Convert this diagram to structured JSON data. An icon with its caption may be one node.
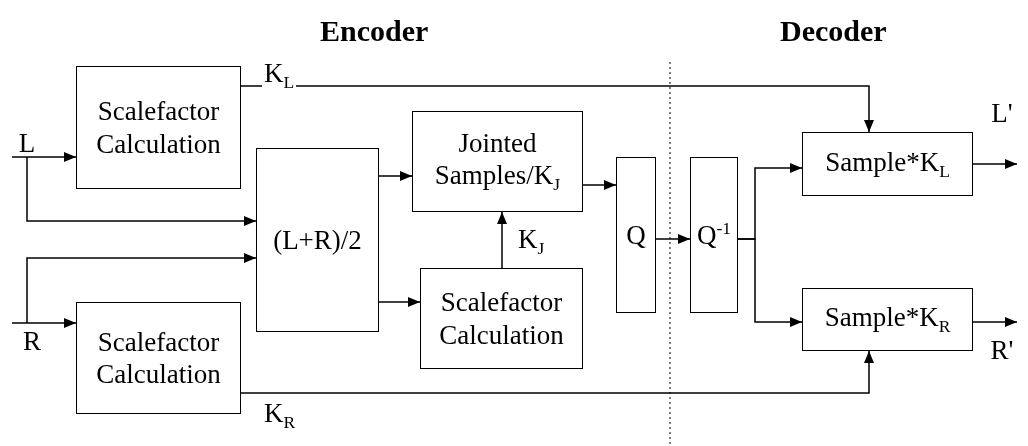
{
  "diagram": {
    "nodes": [
      {
        "text": [
          "Scalefactor Calculation"
        ]
      },
      {
        "text": [
          "Scalefactor Calculation"
        ]
      },
      {
        "text": [
          "(L+R)/2"
        ]
      },
      {
        "text": [
          "Jointed Samples/K$_{J}$"
        ]
      },
      {
        "text": [
          "Scalefactor Calculation"
        ]
      },
      {
        "text": [
          "Q"
        ]
      },
      {
        "text": [
          "Q$^{-1}$"
        ]
      },
      {
        "text": [
          "Sample*K$_{L}$"
        ]
      },
      {
        "text": [
          "Sample*K$_{R}$"
        ]
      },
      {
        "text": [
          "L"
        ]
      },
      {
        "text": [
          "R"
        ]
      },
      {
        "text": [
          "L'"
        ]
      },
      {
        "text": [
          "R'"
        ]
      }
    ],
    "edges": [
      {
        "from": 9,
        "to": 0,
        "arrow": "to"
      },
      {
        "from": 9,
        "to": 2,
        "arrow": "to"
      },
      {
        "from": 10,
        "to": 1,
        "arrow": "to"
      },
      {
        "from": 10,
        "to": 2,
        "arrow": "to"
      },
      {
        "from": 0,
        "to": 7,
        "arrow": "to",
        "label": "K$_{L}$"
      },
      {
        "from": 1,
        "to": 8,
        "arrow": "to",
        "label": "K$_{R}$"
      },
      {
        "from": 2,
        "to": 3,
        "arrow": "to"
      },
      {
        "from": 2,
        "to": 4,
        "arrow": "to"
      },
      {
        "from": 4,
        "to": 3,
        "arrow": "to",
        "label": "K$_{J}$"
      },
      {
        "from": 3,
        "to": 5,
        "arrow": "to"
      },
      {
        "from": 5,
        "to": 6,
        "arrow": "to"
      },
      {
        "from": 6,
        "to": 7,
        "arrow": "to"
      },
      {
        "from": 6,
        "to": 8,
        "arrow": "to"
      },
      {
        "from": 7,
        "to": 11,
        "arrow": "to"
      },
      {
        "from": 8,
        "to": 12,
        "arrow": "to"
      }
    ],
    "labels": [
      "Encoder",
      "Decoder"
    ]
  }
}
